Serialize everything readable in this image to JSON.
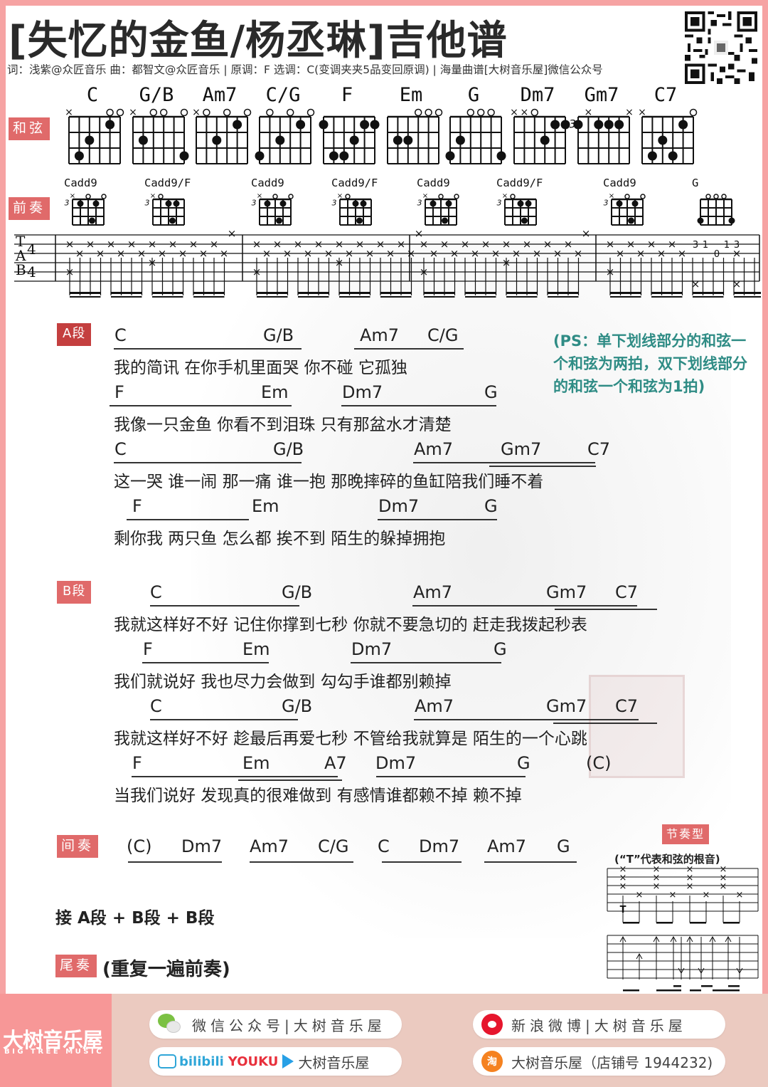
{
  "header": {
    "title": "[失忆的金鱼/杨丞琳]吉他谱",
    "meta": "词：浅紫@众匠音乐 曲：都智文@众匠音乐 | 原调：F 选调：C(变调夹夹5品变回原调) | 海量曲谱[大树音乐屋]微信公众号"
  },
  "tags": {
    "chords": "和弦",
    "intro": "前奏",
    "section_a": "A段",
    "section_b": "B段",
    "interlude": "间奏",
    "outro": "尾奏",
    "rhythm": "节奏型"
  },
  "chord_chart": [
    {
      "name": "C"
    },
    {
      "name": "G/B"
    },
    {
      "name": "Am7"
    },
    {
      "name": "C/G"
    },
    {
      "name": "F"
    },
    {
      "name": "Em"
    },
    {
      "name": "G"
    },
    {
      "name": "Dm7"
    },
    {
      "name": "Gm7"
    },
    {
      "name": "C7"
    }
  ],
  "intro": {
    "chords": [
      "Cadd9",
      "Cadd9/F",
      "Cadd9",
      "Cadd9/F",
      "Cadd9",
      "Cadd9/F",
      "Cadd9",
      "G"
    ],
    "fret_label": "3",
    "time_signature": "4/4",
    "tab_letters": [
      "T",
      "A",
      "B"
    ],
    "last_measure_frets": [
      "3",
      "1",
      "0",
      "1",
      "3"
    ]
  },
  "section_a": {
    "lines": [
      {
        "chords": [
          "C",
          "G/B",
          "Am7",
          "C/G"
        ],
        "lyric": "我的简讯  在你手机里面哭  你不碰  它孤独"
      },
      {
        "chords": [
          "F",
          "Em",
          "Dm7",
          "G"
        ],
        "lyric": "我像一只金鱼  你看不到泪珠  只有那盆水才清楚"
      },
      {
        "chords": [
          "C",
          "G/B",
          "Am7",
          "Gm7",
          "C7"
        ],
        "lyric": "这一哭  谁一闹  那一痛  谁一抱  那晚摔碎的鱼缸陪我们睡不着"
      },
      {
        "chords": [
          "F",
          "Em",
          "Dm7",
          "G"
        ],
        "lyric": "剩你我  两只鱼  怎么都  挨不到  陌生的躲掉拥抱"
      }
    ]
  },
  "ps_note": "(PS：单下划线部分的和弦一个和弦为两拍，双下划线部分的和弦一个和弦为1拍)",
  "section_b": {
    "lines": [
      {
        "chords": [
          "C",
          "G/B",
          "Am7",
          "Gm7",
          "C7"
        ],
        "lyric": "我就这样好不好  记住你撑到七秒  你就不要急切的  赶走我拨起秒表"
      },
      {
        "chords": [
          "F",
          "Em",
          "Dm7",
          "G"
        ],
        "lyric": "我们就说好  我也尽力会做到   勾勾手谁都别赖掉"
      },
      {
        "chords": [
          "C",
          "G/B",
          "Am7",
          "Gm7",
          "C7"
        ],
        "lyric": "我就这样好不好  趁最后再爱七秒  不管给我就算是  陌生的一个心跳"
      },
      {
        "chords": [
          "F",
          "Em",
          "A7",
          "Dm7",
          "G",
          "(C)"
        ],
        "lyric": "当我们说好  发现真的很难做到    有感情谁都赖不掉  赖不掉"
      }
    ]
  },
  "interlude": {
    "chords": [
      "(C)",
      "Dm7",
      "Am7",
      "C/G",
      "C",
      "Dm7",
      "Am7",
      "G"
    ]
  },
  "next": "接 A段 + B段 + B段",
  "outro": "(重复一遍前奏)",
  "rhythm": {
    "note": "(“T”代表和弦的根音)",
    "root_label": "T"
  },
  "footer": {
    "brand_cn": "大树音乐屋",
    "brand_en": "BIG TREE MUSIC",
    "wechat": "微信公众号|大树音乐屋",
    "weibo": "新浪微博|大树音乐屋",
    "video_bilibili": "bilibili",
    "video_youku": "YOUKU",
    "video_account": "大树音乐屋",
    "taobao_icon": "淘",
    "taobao": "大树音乐屋（店铺号 1944232)"
  },
  "colors": {
    "border": "#f6a3a3",
    "tag": "#e06a6a",
    "tag_dark": "#c43f3f",
    "ps_text": "#2f8c85",
    "footer_bg": "#ebcac0",
    "brand_bg": "#f79797"
  }
}
